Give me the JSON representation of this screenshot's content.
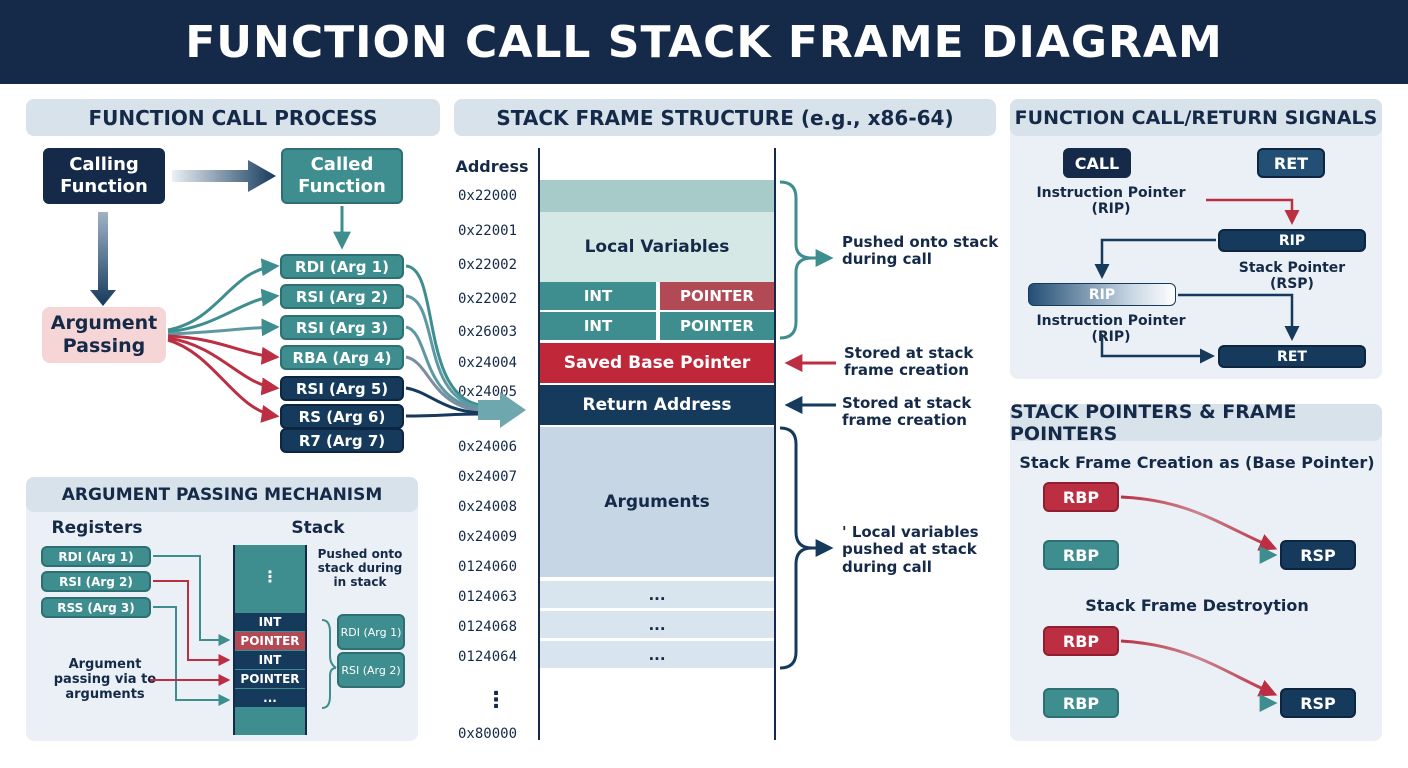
{
  "title": "FUNCTION CALL STACK FRAME DIAGRAM",
  "process": {
    "header": "FUNCTION CALL PROCESS",
    "calling": "Calling Function",
    "called": "Called Function",
    "argpass": "Argument Passing",
    "regs": [
      "RDI (Arg 1)",
      "RSI (Arg 2)",
      "RSI (Arg 3)",
      "RBA (Arg 4)",
      "RSI (Arg 5)",
      "RS (Arg 6)",
      "R7 (Arg 7)"
    ]
  },
  "mechanism": {
    "header": "ARGUMENT PASSING MECHANISM",
    "registers_label": "Registers",
    "stack_label": "Stack",
    "regs": [
      "RDI (Arg 1)",
      "RSI (Arg 2)",
      "RSS (Arg 3)"
    ],
    "stack_note": "Pushed onto stack during in stack",
    "stack_dots": "⋮",
    "stack_cells": [
      "INT",
      "POINTER",
      "INT",
      "POINTER",
      "..."
    ],
    "side_regs": [
      "RDI (Arg 1)",
      "RSI (Arg 2)"
    ],
    "arg_note": "Argument passing via to arguments"
  },
  "stack": {
    "header": "STACK FRAME STRUCTURE (e.g., x86-64)",
    "address_label": "Address",
    "addresses": [
      "0x22000",
      "0x22001",
      "0x22002",
      "0x22002",
      "0x26003",
      "0x24004",
      "0x24005",
      "0x24006",
      "0x24007",
      "0x24008",
      "0x24009",
      "0124060",
      "0124063",
      "0124068",
      "0124064",
      "⋮",
      "0x80000"
    ],
    "local_vars": "Local Variables",
    "int1": "INT",
    "ptr1": "POINTER",
    "int2": "INT",
    "ptr2": "POINTER",
    "saved_bp": "Saved Base Pointer",
    "ret_addr": "Return Address",
    "arguments": "Arguments",
    "dots": [
      "...",
      "...",
      "..."
    ],
    "note_pushed": "Pushed onto stack during call",
    "note_saved": "Stored at stack frame creation",
    "note_ret": "Stored at stack frame creation",
    "note_local": "' Local variables pushed at stack during call"
  },
  "signals": {
    "header": "FUNCTION CALL/RETURN SIGNALS",
    "call": "CALL",
    "ret": "RET",
    "ip1": "Instruction Pointer (RIP)",
    "rip1": "RIP",
    "sp": "Stack Pointer (RSP)",
    "rip2": "RIP",
    "ip2": "Instruction Pointer (RIP)",
    "ret2": "RET"
  },
  "pointers": {
    "header": "STACK POINTERS & FRAME POINTERS",
    "creation": "Stack Frame Creation as (Base Pointer)",
    "destruction": "Stack Frame Destroytion",
    "rbp": "RBP",
    "rsp": "RSP"
  }
}
